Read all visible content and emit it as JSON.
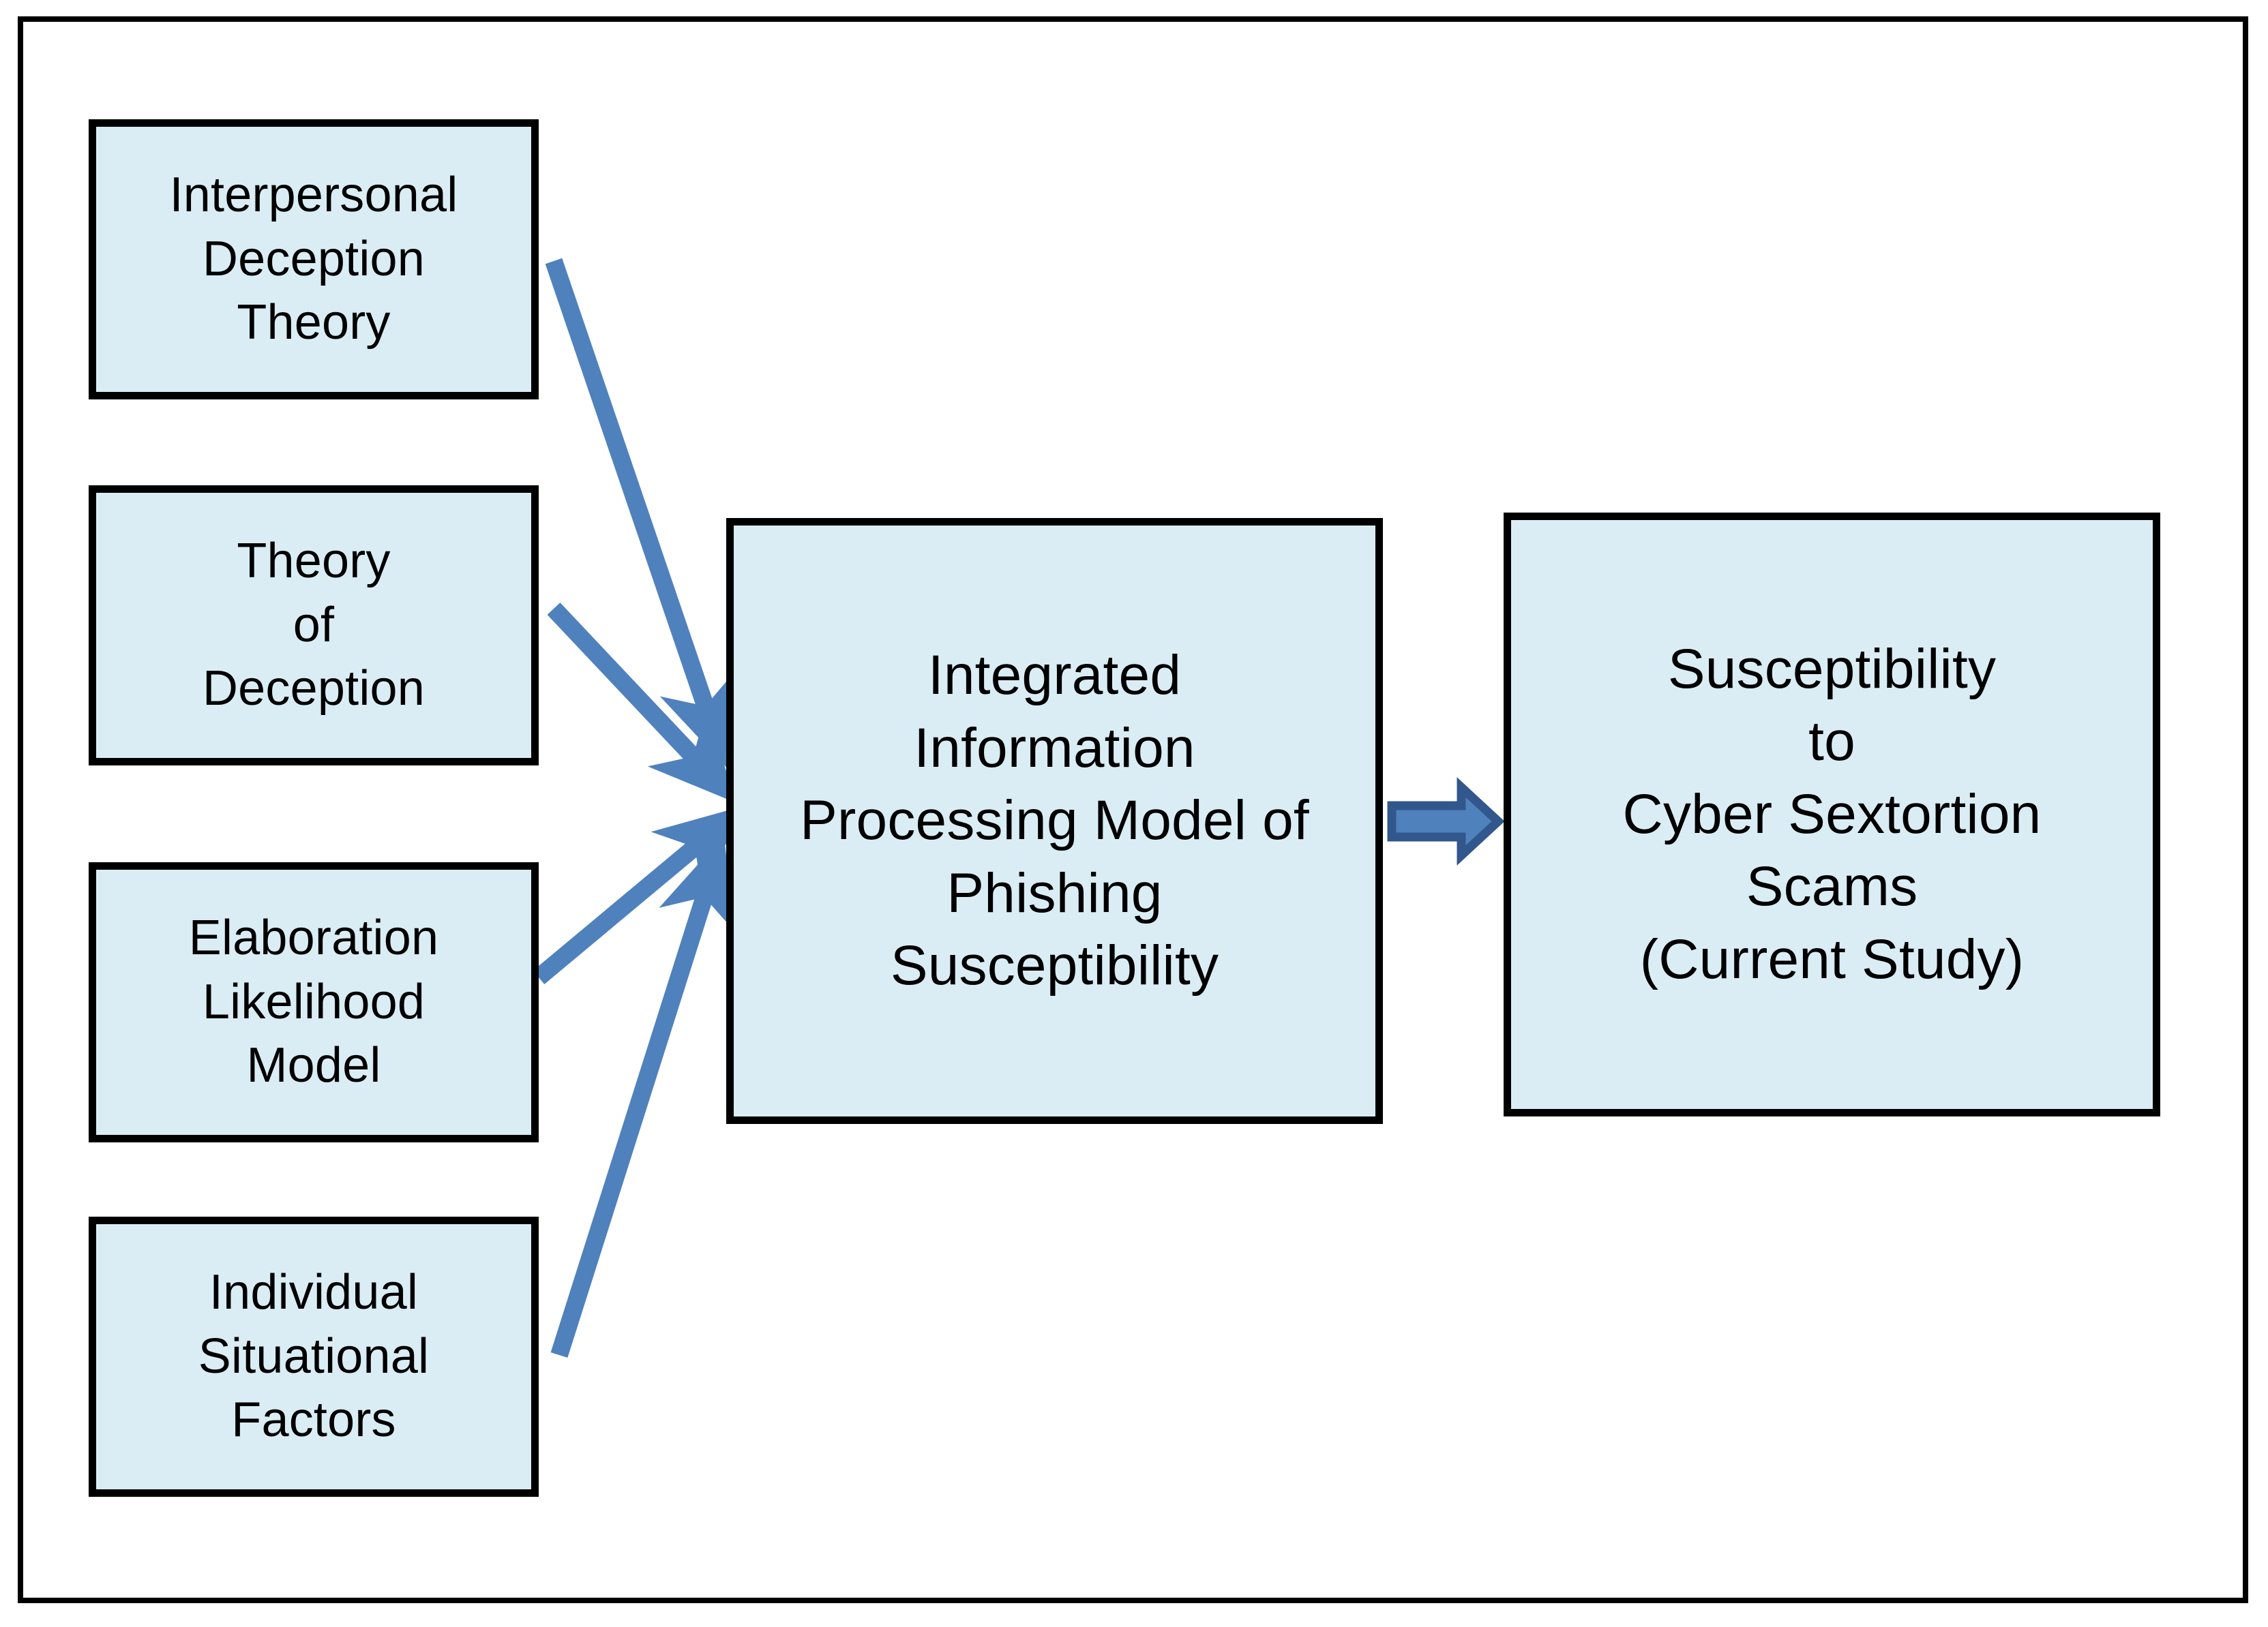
{
  "figure": {
    "type": "conceptual-framework-diagram",
    "border_color": "#000000",
    "box_fill_color": "#daedf4",
    "box_border_color": "#000000",
    "arrow_color": "#4f81bd",
    "block_arrow_fill": "#4f81bd",
    "block_arrow_border": "#31578c"
  },
  "nodes": {
    "theories": [
      {
        "id": "interpersonal-deception-theory",
        "label": "Interpersonal\nDeception\nTheory"
      },
      {
        "id": "theory-of-deception",
        "label": "Theory\nof\nDeception"
      },
      {
        "id": "elaboration-likelihood-model",
        "label": "Elaboration\nLikelihood\nModel"
      },
      {
        "id": "individual-situational-factors",
        "label": "Individual\nSituational\nFactors"
      }
    ],
    "model": {
      "id": "integrated-model",
      "label": "Integrated\nInformation\nProcessing Model of\nPhishing\nSusceptibility"
    },
    "outcome": {
      "id": "susceptibility-outcome",
      "label": "Susceptibility\nto\nCyber Sextortion\nScams\n(Current Study)"
    }
  },
  "connections": [
    {
      "from": "interpersonal-deception-theory",
      "to": "integrated-model",
      "style": "thin-arrow"
    },
    {
      "from": "theory-of-deception",
      "to": "integrated-model",
      "style": "thin-arrow"
    },
    {
      "from": "elaboration-likelihood-model",
      "to": "integrated-model",
      "style": "thin-arrow"
    },
    {
      "from": "individual-situational-factors",
      "to": "integrated-model",
      "style": "thin-arrow"
    },
    {
      "from": "integrated-model",
      "to": "susceptibility-outcome",
      "style": "block-arrow"
    }
  ]
}
